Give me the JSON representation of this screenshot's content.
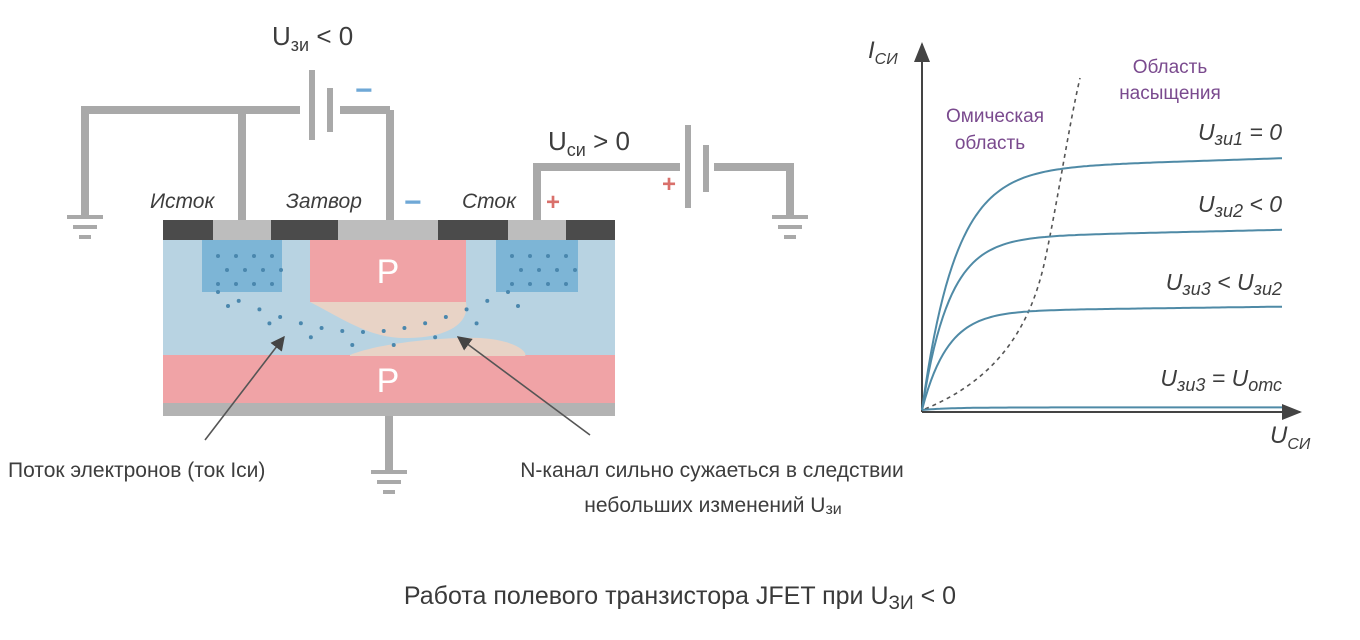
{
  "colors": {
    "n_region": "#b8d3e2",
    "p_region": "#f0a3a6",
    "depletion": "#e8d3c6",
    "n_plus": "#7db5d6",
    "wire": "#a9a9a9",
    "contact": "#b3b3b3",
    "oxide": "#4b4b4b",
    "curve": "#4f8aa6",
    "label_purple": "#7a4a8e",
    "plus": "#d9706b",
    "minus": "#6fa8d6"
  },
  "schematic": {
    "vgs_label": "U",
    "vgs_sub": "зи",
    "vgs_rel": " < 0",
    "vds_label": "U",
    "vds_sub": "си",
    "vds_rel": " > 0",
    "source_label": "Исток",
    "gate_label": "Затвор",
    "drain_label": "Сток",
    "p_top": "P",
    "p_bottom": "P",
    "minus_sign": "−",
    "plus_sign": "+",
    "electron_flow_label": "Поток электронов (ток Iси)",
    "channel_note_line1": "N-канал сильно сужаеться в следствии",
    "channel_note_line2_main": "небольших изменений U",
    "channel_note_line2_sub": "зи"
  },
  "chart_data": {
    "type": "line",
    "ylabel": "I",
    "ylabel_sub": "СИ",
    "xlabel": "U",
    "xlabel_sub": "СИ",
    "region_ohmic_line1": "Омическая",
    "region_ohmic_line2": "область",
    "region_sat_line1": "Область",
    "region_sat_line2": "насыщения",
    "series": [
      {
        "name": "U",
        "name_sub": "зи1",
        "suffix": " = 0",
        "suffix_sub": "",
        "saturation_level": 0.95
      },
      {
        "name": "U",
        "name_sub": "зи2",
        "suffix": " < 0",
        "suffix_sub": "",
        "saturation_level": 0.68
      },
      {
        "name": "U",
        "name_sub": "зи3",
        "suffix": " < U",
        "suffix_sub": "зи2",
        "saturation_level": 0.39
      },
      {
        "name": "U",
        "name_sub": "зи3",
        "suffix": " = U",
        "suffix_sub": "отс",
        "saturation_level": 0.01
      }
    ]
  },
  "caption": {
    "main": "Работа полевого транзистора JFET  при U",
    "sub": "ЗИ",
    "tail": " < 0"
  }
}
